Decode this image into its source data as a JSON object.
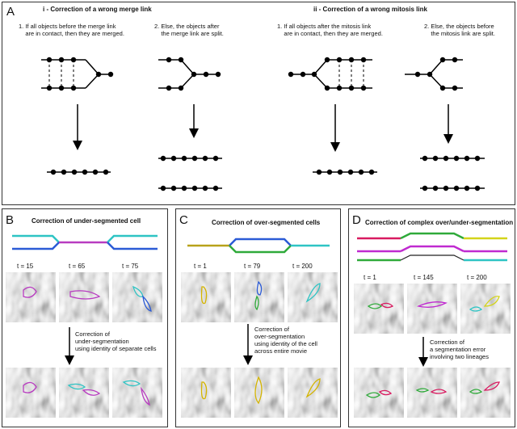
{
  "panelA": {
    "label": "A",
    "left": {
      "title": "i - Correction of a wrong merge link",
      "step1": "1. If all objects before the merge link\n    are in contact, then they are merged.",
      "step2": "2. Else, the objects after\n    the merge link are split."
    },
    "right": {
      "title": "ii - Correction of a wrong mitosis link",
      "step1": "1. If all objects after the mitosis link\n    are in contact, then they are merged.",
      "step2": "2. Else, the objects before\n    the mitosis link are split."
    }
  },
  "panelB": {
    "label": "B",
    "title": "Correction of under-segmented cell",
    "times": [
      "t = 15",
      "t = 65",
      "t = 75"
    ],
    "note": "Correction of\nunder-segmentation\nusing identity of separate cells",
    "colors": {
      "top": "#2ec4c4",
      "merged": "#b83cc0",
      "bottom": "#2b5bd6"
    }
  },
  "panelC": {
    "label": "C",
    "title": "Correction of over-segmented cells",
    "times": [
      "t = 1",
      "t = 79",
      "t = 200"
    ],
    "note": "Correction of\nover-segmentation\nusing identity of the cell\nacross entire movie",
    "colors": {
      "main": "#b8a21a",
      "top": "#2b5bd6",
      "bottom": "#2faa3a",
      "end": "#2ec4c4"
    }
  },
  "panelD": {
    "label": "D",
    "title": "Correction of complex over/under-segmentation",
    "times": [
      "t = 1",
      "t = 145",
      "t = 200"
    ],
    "note": "Correction of\na segmentation error\ninvolving two lineages",
    "colors": {
      "a": "#d81b60",
      "b": "#c02ad0",
      "c": "#2faa3a",
      "d": "#2ec4c4",
      "e": "#d4d41a"
    }
  }
}
